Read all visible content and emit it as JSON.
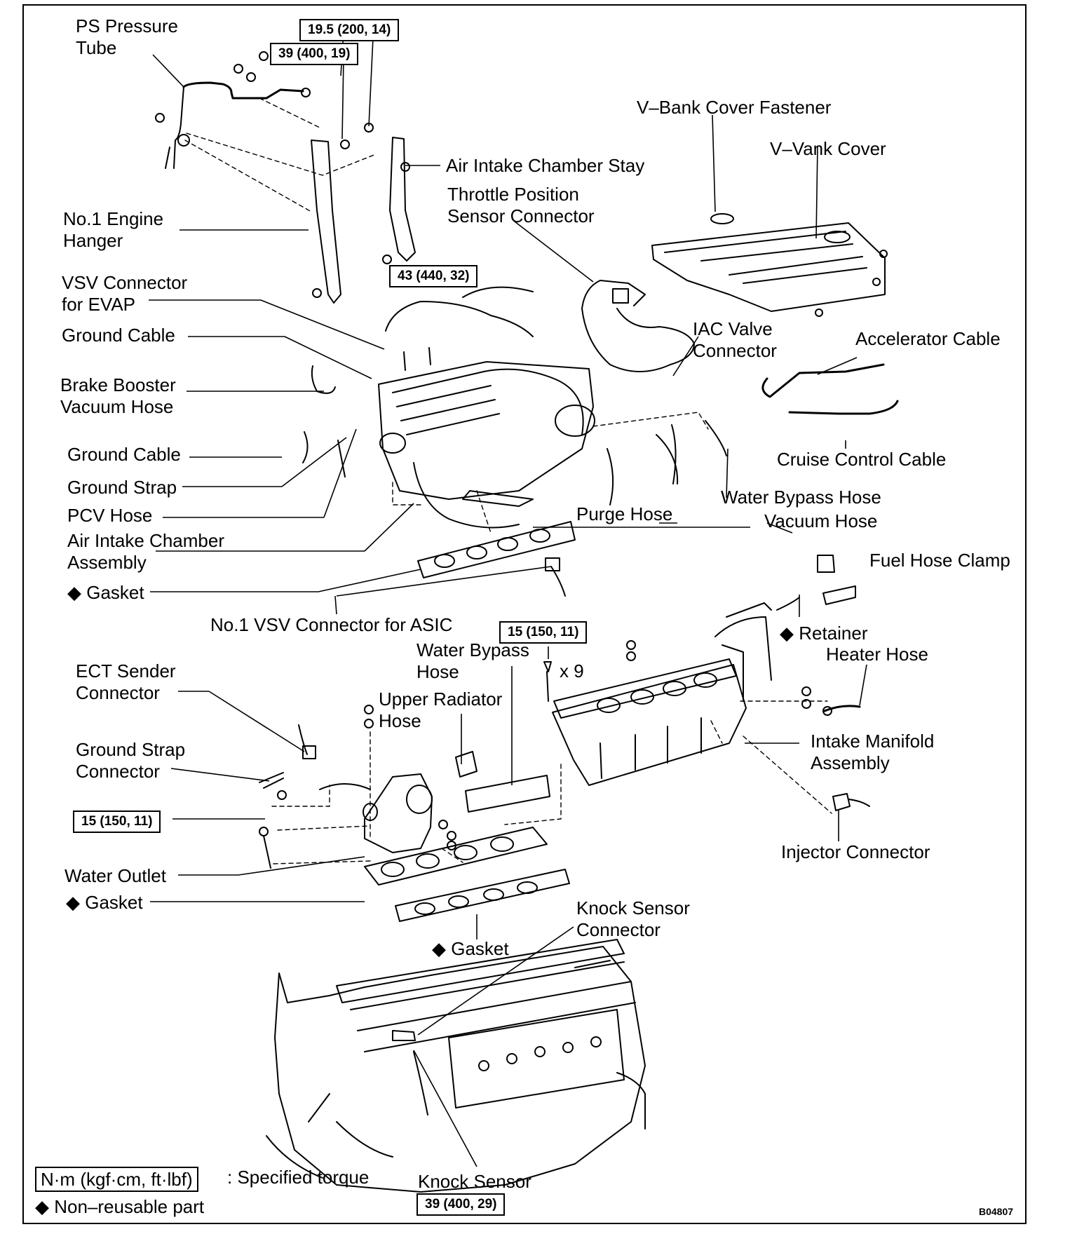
{
  "labels": {
    "ps_pressure_tube": "PS Pressure\nTube",
    "v_bank_cover_fastener": "V–Bank Cover Fastener",
    "v_vank_cover": "V–Vank Cover",
    "air_intake_chamber_stay": "Air Intake Chamber Stay",
    "throttle_position_sensor_connector": "Throttle Position\nSensor Connector",
    "no1_engine_hanger": "No.1 Engine\nHanger",
    "vsv_connector_evap": "VSV Connector\nfor EVAP",
    "ground_cable_1": "Ground Cable",
    "iac_valve_connector": "IAC Valve\nConnector",
    "accelerator_cable": "Accelerator Cable",
    "brake_booster_vacuum_hose": "Brake Booster\nVacuum Hose",
    "ground_cable_2": "Ground Cable",
    "cruise_control_cable": "Cruise Control Cable",
    "ground_strap": "Ground Strap",
    "water_bypass_hose_1": "Water Bypass Hose",
    "pcv_hose": "PCV Hose",
    "purge_hose": "Purge Hose",
    "vacuum_hose": "Vacuum Hose",
    "air_intake_chamber_assembly": "Air Intake Chamber\nAssembly",
    "fuel_hose_clamp": "Fuel Hose Clamp",
    "gasket_1": "Gasket",
    "no1_vsv_connector_asic": "No.1 VSV Connector for ASIC",
    "retainer": "Retainer",
    "water_bypass_hose_2": "Water Bypass\nHose",
    "heater_hose": "Heater Hose",
    "ect_sender_connector": "ECT Sender\nConnector",
    "x9": "x 9",
    "upper_radiator_hose": "Upper Radiator\nHose",
    "intake_manifold_assembly": "Intake Manifold\nAssembly",
    "ground_strap_connector": "Ground Strap\nConnector",
    "injector_connector": "Injector Connector",
    "water_outlet": "Water Outlet",
    "gasket_2": "Gasket",
    "knock_sensor_connector": "Knock Sensor\nConnector",
    "gasket_3": "Gasket",
    "knock_sensor": "Knock Sensor"
  },
  "torque_specs": {
    "t1": "19.5 (200, 14)",
    "t2": "39 (400, 19)",
    "t3": "43 (440, 32)",
    "t4": "15 (150, 11)",
    "t5": "15 (150, 11)",
    "t6": "39 (400, 29)"
  },
  "legend": {
    "torque_unit": "N·m (kgf·cm, ft·lbf)",
    "torque_desc": ": Specified torque",
    "nonreusable_symbol": "◆",
    "nonreusable_desc": "Non–reusable part"
  },
  "diamond": "◆",
  "figure_code": "B04807"
}
